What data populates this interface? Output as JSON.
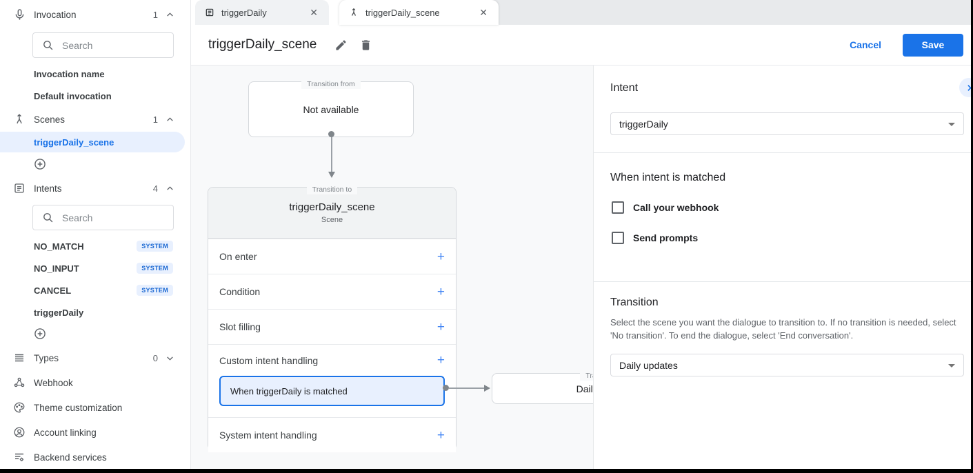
{
  "colors": {
    "accent": "#1a73e8",
    "selection_bg": "#e8f0fe",
    "badge_bg": "#e8f0fe",
    "badge_text": "#1967d2",
    "canvas_bg": "#f8f9fa",
    "save_button_bg": "#1a73e8"
  },
  "sidebar": {
    "invocation": {
      "label": "Invocation",
      "count": "1",
      "search_placeholder": "Search",
      "items": {
        "name": "Invocation name",
        "default": "Default invocation"
      }
    },
    "scenes": {
      "label": "Scenes",
      "count": "1",
      "selected_item": "triggerDaily_scene"
    },
    "intents": {
      "label": "Intents",
      "count": "4",
      "search_placeholder": "Search",
      "items": [
        {
          "label": "NO_MATCH",
          "badge": "SYSTEM"
        },
        {
          "label": "NO_INPUT",
          "badge": "SYSTEM"
        },
        {
          "label": "CANCEL",
          "badge": "SYSTEM"
        },
        {
          "label": "triggerDaily",
          "badge": ""
        }
      ]
    },
    "types": {
      "label": "Types",
      "count": "0"
    },
    "links": [
      {
        "label": "Webhook"
      },
      {
        "label": "Theme customization"
      },
      {
        "label": "Account linking"
      },
      {
        "label": "Backend services"
      }
    ]
  },
  "tabs": [
    {
      "label": "triggerDaily"
    },
    {
      "label": "triggerDaily_scene"
    }
  ],
  "header": {
    "title": "triggerDaily_scene",
    "cancel": "Cancel",
    "save": "Save"
  },
  "canvas": {
    "from_box": {
      "legend": "Transition from",
      "text": "Not available"
    },
    "scene_box": {
      "legend": "Transition to",
      "title": "triggerDaily_scene",
      "subtitle": "Scene",
      "rows": {
        "on_enter": "On enter",
        "condition": "Condition",
        "slot_filling": "Slot filling",
        "custom_intent": "Custom intent handling",
        "system_intent": "System intent handling"
      },
      "matched_item": "When triggerDaily is matched",
      "add_symbol": "+"
    },
    "target_box": {
      "legend": "Transition to",
      "text": "Daily updates"
    }
  },
  "panel": {
    "intent_heading": "Intent",
    "intent_value": "triggerDaily",
    "matched_heading": "When intent is matched",
    "webhook_checkbox": "Call your webhook",
    "prompts_checkbox": "Send prompts",
    "transition_heading": "Transition",
    "transition_description": "Select the scene you want the dialogue to transition to. If no transition is needed, select 'No transition'. To end the dialogue, select 'End conversation'.",
    "transition_value": "Daily updates"
  }
}
